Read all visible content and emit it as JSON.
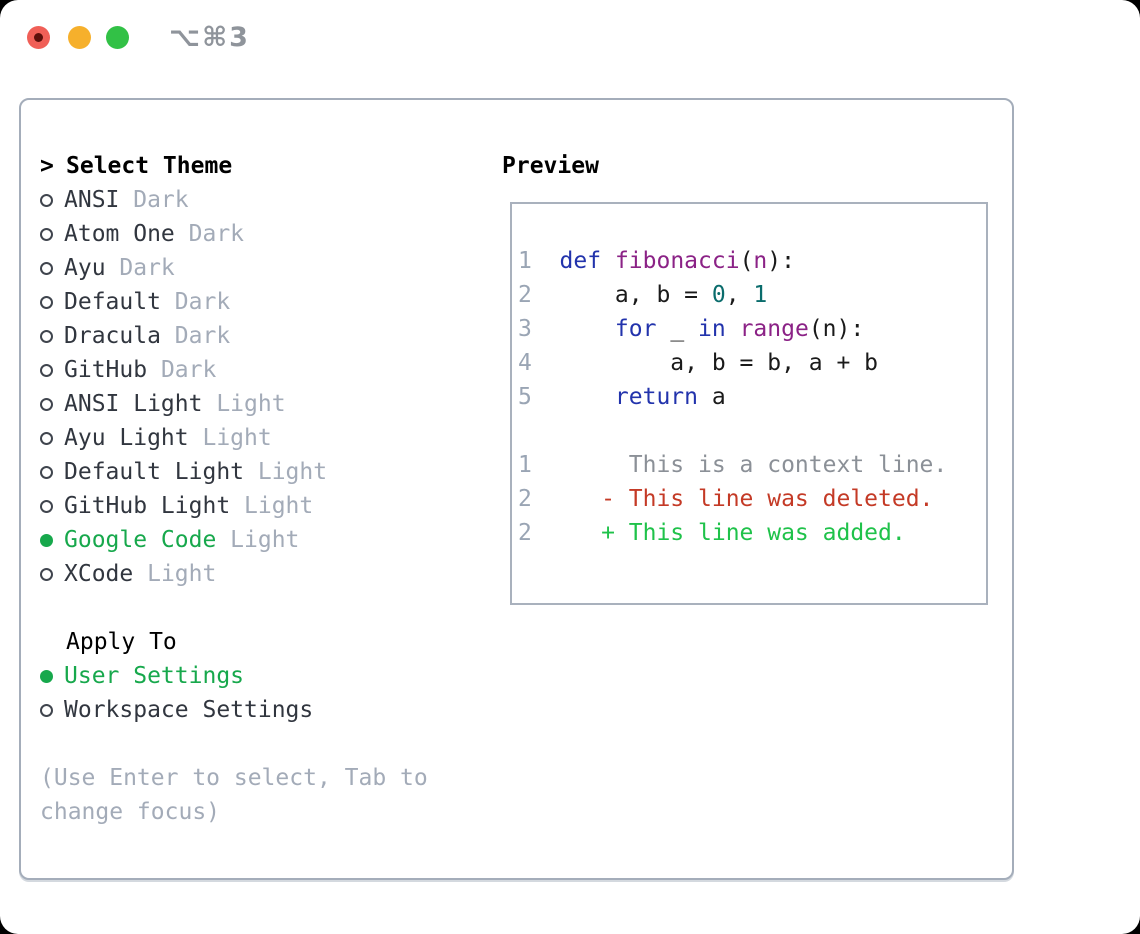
{
  "window": {
    "title": "⌥⌘3"
  },
  "theme_panel": {
    "prompt": ">",
    "header": "Select Theme",
    "themes": [
      {
        "name": "ANSI",
        "variant": "Dark",
        "selected": false
      },
      {
        "name": "Atom One",
        "variant": "Dark",
        "selected": false
      },
      {
        "name": "Ayu",
        "variant": "Dark",
        "selected": false
      },
      {
        "name": "Default",
        "variant": "Dark",
        "selected": false
      },
      {
        "name": "Dracula",
        "variant": "Dark",
        "selected": false
      },
      {
        "name": "GitHub",
        "variant": "Dark",
        "selected": false
      },
      {
        "name": "ANSI Light",
        "variant": "Light",
        "selected": false
      },
      {
        "name": "Ayu Light",
        "variant": "Light",
        "selected": false
      },
      {
        "name": "Default Light",
        "variant": "Light",
        "selected": false
      },
      {
        "name": "GitHub Light",
        "variant": "Light",
        "selected": false
      },
      {
        "name": "Google Code",
        "variant": "Light",
        "selected": true
      },
      {
        "name": "XCode",
        "variant": "Light",
        "selected": false
      }
    ],
    "apply_to": {
      "header": "Apply To",
      "options": [
        {
          "label": "User Settings",
          "selected": true
        },
        {
          "label": "Workspace Settings",
          "selected": false
        }
      ]
    },
    "hint_lines": [
      "(Use Enter to select, Tab to",
      "change focus)"
    ]
  },
  "preview": {
    "heading": "Preview",
    "code_lines": [
      {
        "n": "1",
        "tokens": [
          [
            "kw",
            "def"
          ],
          [
            "pl",
            " "
          ],
          [
            "fn",
            "fibonacci"
          ],
          [
            "pl",
            "("
          ],
          [
            "fn",
            "n"
          ],
          [
            "pl",
            "):"
          ]
        ]
      },
      {
        "n": "2",
        "tokens": [
          [
            "pl",
            "    a, b = "
          ],
          [
            "num",
            "0"
          ],
          [
            "pl",
            ", "
          ],
          [
            "num",
            "1"
          ]
        ]
      },
      {
        "n": "3",
        "tokens": [
          [
            "pl",
            "    "
          ],
          [
            "kw",
            "for"
          ],
          [
            "pl",
            " _ "
          ],
          [
            "kw",
            "in"
          ],
          [
            "pl",
            " "
          ],
          [
            "fn",
            "range"
          ],
          [
            "pl",
            "(n):"
          ]
        ]
      },
      {
        "n": "4",
        "tokens": [
          [
            "pl",
            "        a, b = b, a + b"
          ]
        ]
      },
      {
        "n": "5",
        "tokens": [
          [
            "pl",
            "    "
          ],
          [
            "kw",
            "return"
          ],
          [
            "pl",
            " a"
          ]
        ]
      },
      {
        "n": "",
        "tokens": []
      },
      {
        "n": "1",
        "tokens": [
          [
            "ctx",
            "     This is a context line."
          ]
        ]
      },
      {
        "n": "2",
        "tokens": [
          [
            "del",
            "   - This line was deleted."
          ]
        ]
      },
      {
        "n": "2",
        "tokens": [
          [
            "add",
            "   + This line was added."
          ]
        ]
      }
    ]
  },
  "colors": {
    "accent_green": "#17a84c",
    "keyword": "#2233ac",
    "title_purple": "#8b2286",
    "number_teal": "#0a6c6c",
    "diff_deleted": "#c43a26",
    "diff_added": "#1fc24a",
    "context_gray": "#8b9097",
    "muted": "#a3abb8",
    "line_number": "#9aa5b4"
  }
}
